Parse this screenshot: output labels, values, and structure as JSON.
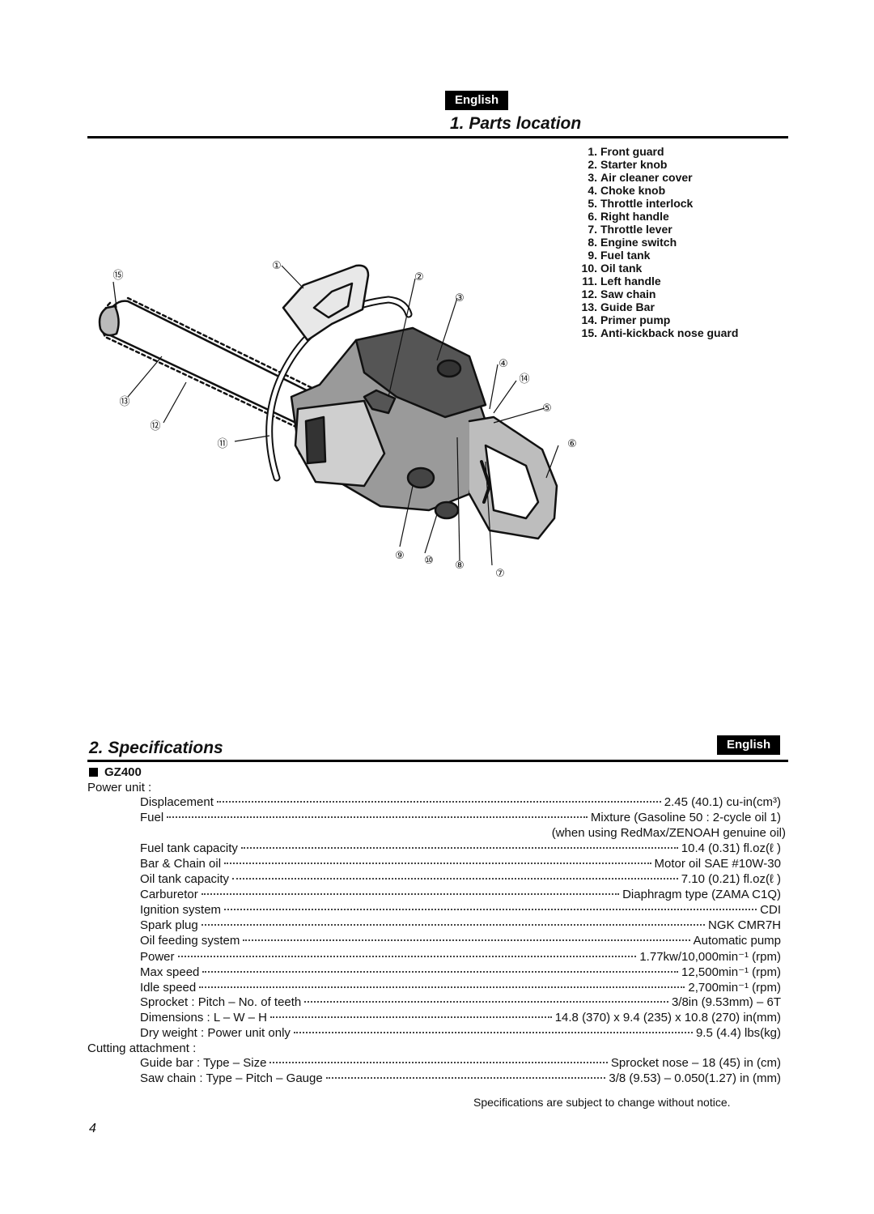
{
  "header": {
    "lang_tag": "English",
    "parts_title": "1. Parts location"
  },
  "parts": [
    {
      "num": "1.",
      "label": "Front guard"
    },
    {
      "num": "2.",
      "label": "Starter knob"
    },
    {
      "num": "3.",
      "label": "Air cleaner cover"
    },
    {
      "num": "4.",
      "label": "Choke knob"
    },
    {
      "num": "5.",
      "label": "Throttle interlock"
    },
    {
      "num": "6.",
      "label": "Right handle"
    },
    {
      "num": "7.",
      "label": "Throttle lever"
    },
    {
      "num": "8.",
      "label": "Engine switch"
    },
    {
      "num": "9.",
      "label": "Fuel tank"
    },
    {
      "num": "10.",
      "label": "Oil tank"
    },
    {
      "num": "11.",
      "label": "Left handle"
    },
    {
      "num": "12.",
      "label": "Saw chain"
    },
    {
      "num": "13.",
      "label": "Guide Bar"
    },
    {
      "num": "14.",
      "label": "Primer pump"
    },
    {
      "num": "15.",
      "label": "Anti-kickback nose guard"
    }
  ],
  "callouts": [
    "①",
    "②",
    "③",
    "④",
    "⑤",
    "⑥",
    "⑦",
    "⑧",
    "⑨",
    "⑩",
    "⑪",
    "⑫",
    "⑬",
    "⑭",
    "⑮"
  ],
  "spec": {
    "title": "2. Specifications",
    "lang_tag": "English",
    "model": "GZ400",
    "power_unit_label": "Power unit :",
    "cutting_label": "Cutting attachment :",
    "fuel_note": "(when using RedMax/ZENOAH genuine oil)",
    "rows": [
      {
        "label": "Displacement",
        "value": "2.45 (40.1) cu-in(cm³)"
      },
      {
        "label": "Fuel",
        "value": "Mixture (Gasoline 50 : 2-cycle oil 1)"
      },
      {
        "label": "Fuel tank capacity",
        "value": "10.4 (0.31) fl.oz(ℓ )"
      },
      {
        "label": "Bar & Chain oil",
        "value": "Motor oil SAE #10W-30"
      },
      {
        "label": "Oil tank capacity",
        "value": "7.10 (0.21) fl.oz(ℓ )"
      },
      {
        "label": "Carburetor",
        "value": "Diaphragm type (ZAMA C1Q)"
      },
      {
        "label": "Ignition system",
        "value": "CDI"
      },
      {
        "label": "Spark plug",
        "value": "NGK CMR7H"
      },
      {
        "label": "Oil feeding system",
        "value": "Automatic pump"
      },
      {
        "label": "Power",
        "value": "1.77kw/10,000min⁻¹ (rpm)"
      },
      {
        "label": "Max speed",
        "value": "12,500min⁻¹ (rpm)"
      },
      {
        "label": "Idle speed",
        "value": "2,700min⁻¹ (rpm)"
      },
      {
        "label": "Sprocket : Pitch – No. of teeth",
        "value": "3/8in (9.53mm) – 6T"
      },
      {
        "label": "Dimensions : L – W – H",
        "value": "14.8 (370) x 9.4 (235) x 10.8 (270) in(mm)"
      },
      {
        "label": "Dry weight : Power unit only",
        "value": "9.5 (4.4) lbs(kg)"
      }
    ],
    "cutting_rows": [
      {
        "label": "Guide bar : Type – Size",
        "value": "Sprocket nose – 18 (45) in (cm)"
      },
      {
        "label": "Saw chain : Type – Pitch – Gauge",
        "value": "3/8 (9.53) – 0.050(1.27) in (mm)"
      }
    ],
    "footnote": "Specifications are subject to change without notice."
  },
  "page_number": "4"
}
